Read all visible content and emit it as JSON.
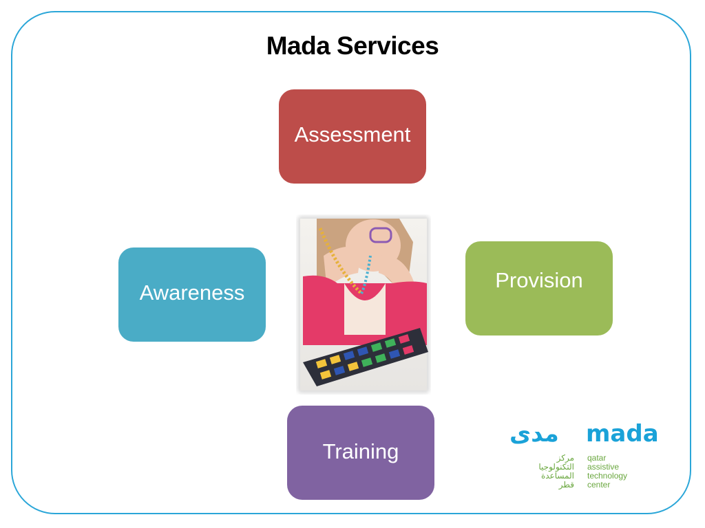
{
  "slide": {
    "title": "Mada Services",
    "frame_color": "#2aa6d8"
  },
  "services": [
    {
      "label": "Assessment",
      "color": "#bd4d4a"
    },
    {
      "label": "Awareness",
      "color": "#4aacc6"
    },
    {
      "label": "Provision",
      "color": "#9bbb58"
    },
    {
      "label": "Training",
      "color": "#8063a1"
    }
  ],
  "logo": {
    "wordmark": "mada",
    "arabic_wordmark": "مدى",
    "arabic_lines": [
      "مركز",
      "التكنولوجيا",
      "المساعدة",
      "قطر"
    ],
    "english_lines": [
      "qatar",
      "assistive",
      "technology",
      "center"
    ],
    "brand_blue": "#1aa2d8",
    "brand_green": "#6aa73f"
  },
  "photo": {
    "subject": "child-using-large-key-keyboard-photo"
  }
}
